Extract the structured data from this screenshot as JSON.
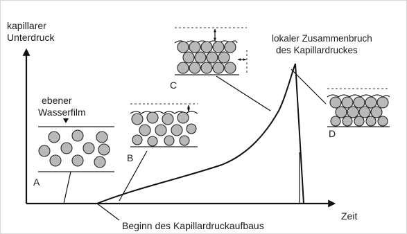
{
  "diagram": {
    "y_axis_label_line1": "kapillarer",
    "y_axis_label_line2": "Unterdruck",
    "x_axis_label": "Zeit",
    "label_water_film_line1": "ebener",
    "label_water_film_line2": "Wasserfilm",
    "label_start": "Beginn des Kapillardruckaufbaus",
    "label_collapse_line1": "lokaler Zusammenbruch",
    "label_collapse_line2": "des Kapillardruckes",
    "stage_labels": {
      "a": "A",
      "b": "B",
      "c": "C",
      "d": "D"
    }
  }
}
